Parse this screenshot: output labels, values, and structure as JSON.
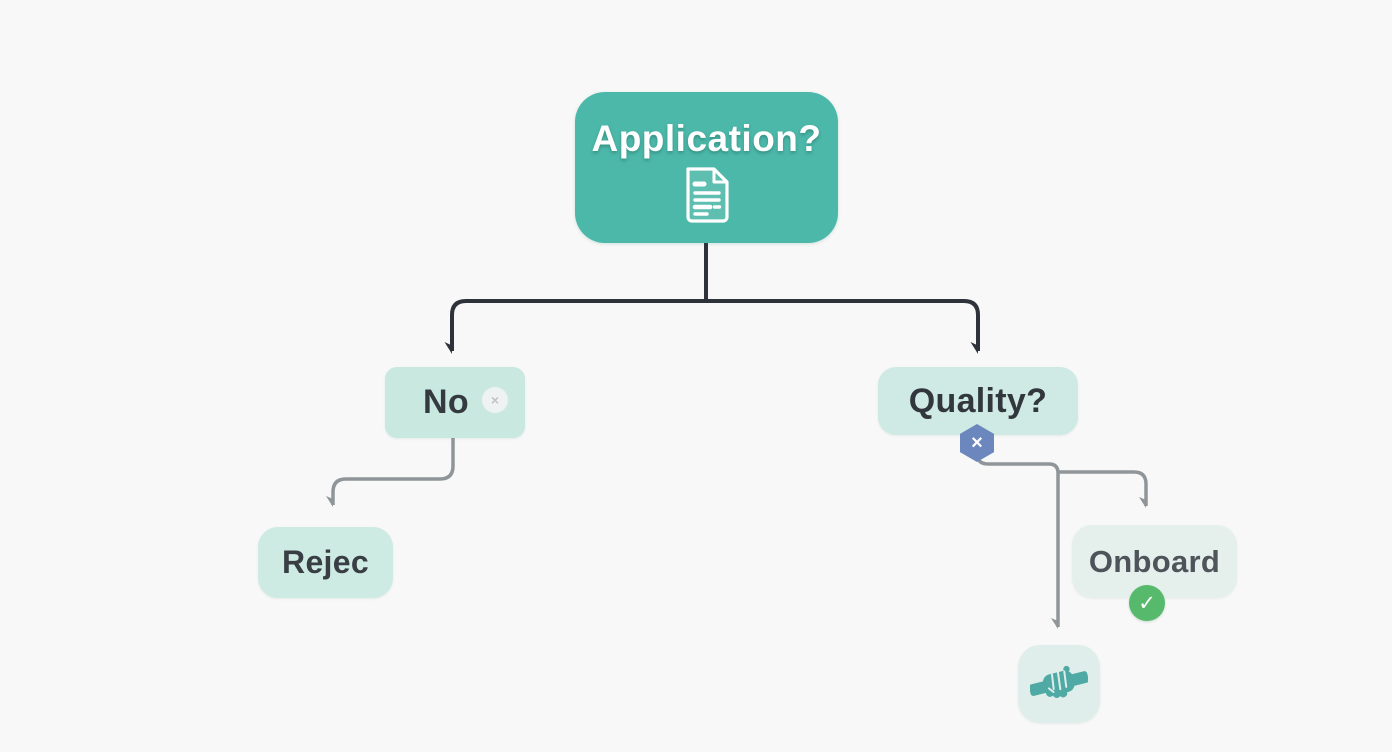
{
  "diagram": {
    "type": "flowchart",
    "nodes": {
      "application": {
        "label": "Application?",
        "icon": "document-icon",
        "color": "#4cb8a9",
        "text_color": "#ffffff"
      },
      "no": {
        "label": "No",
        "badge_glyph": "×",
        "color": "#c9e8e0"
      },
      "quality": {
        "label": "Quality?",
        "badge_glyph": "×",
        "badge_shape": "hexagon",
        "badge_color": "#6b87bd",
        "color": "#cfeae5"
      },
      "reject": {
        "label": "Rejec",
        "color": "#cdeae3"
      },
      "onboard": {
        "label": "Onboard",
        "badge_glyph": "✓",
        "badge_color": "#57b96b",
        "color": "#e5f0ed"
      },
      "handshake": {
        "icon": "handshake-icon",
        "icon_color": "#4fa9a4",
        "color": "#dfeeea"
      }
    },
    "edges": [
      {
        "from": "application",
        "to": "no",
        "style": "dark-arrow"
      },
      {
        "from": "application",
        "to": "quality",
        "style": "dark-arrow"
      },
      {
        "from": "no",
        "to": "reject",
        "style": "gray-arrow"
      },
      {
        "from": "quality",
        "to": "onboard",
        "style": "gray-arrow"
      },
      {
        "from": "quality",
        "to": "handshake",
        "style": "gray-arrow"
      }
    ],
    "colors": {
      "background": "#f7f8f7",
      "edge_dark": "#2e323a",
      "edge_gray": "#8f9598",
      "check_green": "#57b96b",
      "hexagon_blue": "#6b87bd",
      "teal": "#4cb8a9"
    }
  }
}
